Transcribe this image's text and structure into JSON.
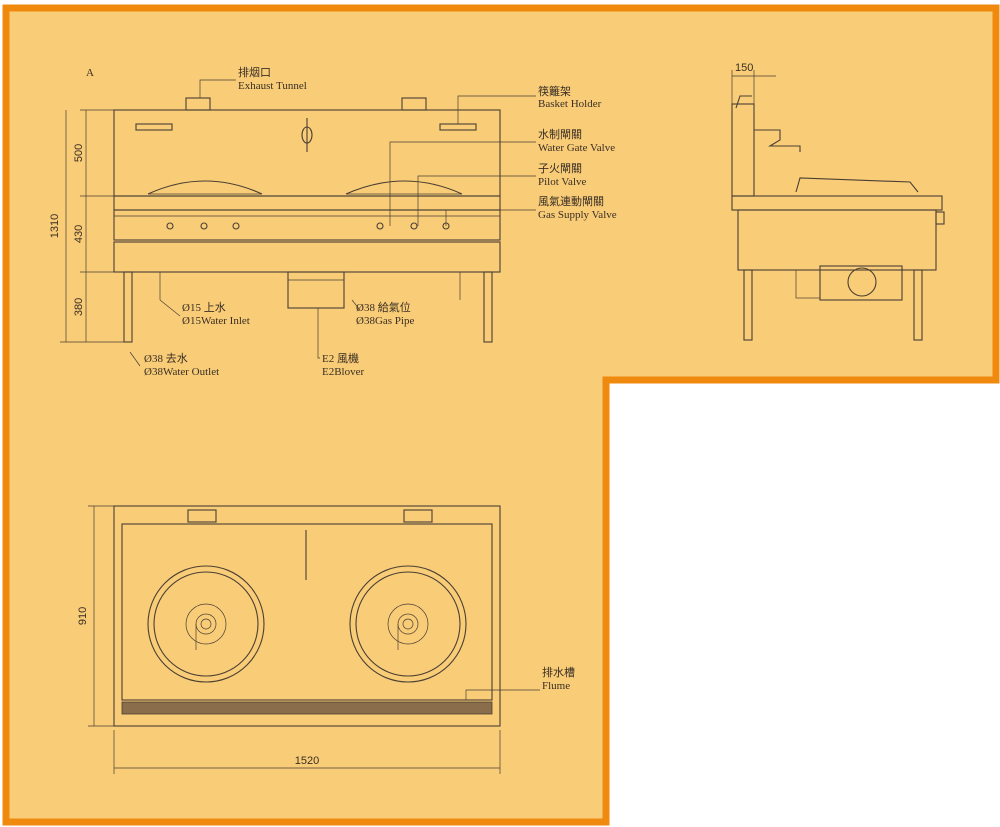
{
  "colors": {
    "paper": "#f9cc78",
    "border": "#f08a0f",
    "ink": "#4a3f33",
    "background": "#ffffff"
  },
  "labels": {
    "exhaust_zh": "排烟口",
    "exhaust_en": "Exhaust Tunnel",
    "basket_zh": "筷籬架",
    "basket_en": "Basket Holder",
    "water_gate_zh": "水制閘關",
    "water_gate_en": "Water Gate Valve",
    "pilot_zh": "子火閘關",
    "pilot_en": "Pilot Valve",
    "gas_supply_zh": "風氣連動閘關",
    "gas_supply_en": "Gas Supply Valve",
    "water_inlet_zh": "Ø15 上水",
    "water_inlet_en": "Ø15Water Inlet",
    "gas_pipe_zh": "Ø38 給氣位",
    "gas_pipe_en": "Ø38Gas Pipe",
    "water_outlet_zh": "Ø38 去水",
    "water_outlet_en": "Ø38Water Outlet",
    "blower_zh": "E2 風機",
    "blower_en": "E2Blover",
    "flume_zh": "排水槽",
    "flume_en": "Flume",
    "corner_mark": "A"
  },
  "dimensions": {
    "total_height": "1310",
    "upper": "500",
    "middle": "430",
    "lower": "380",
    "side_depth": "150",
    "plan_depth": "910",
    "plan_width": "1520"
  }
}
